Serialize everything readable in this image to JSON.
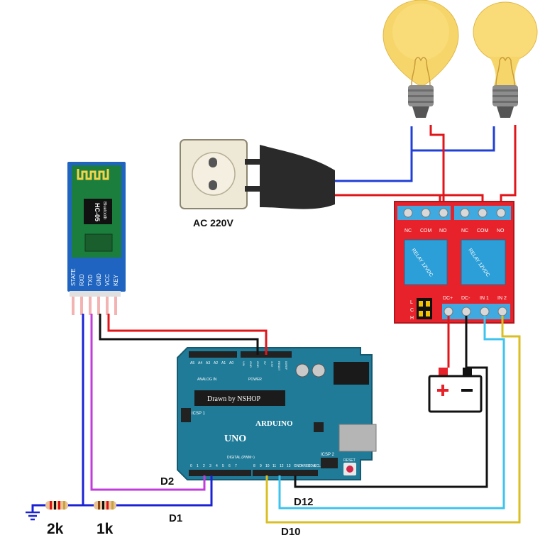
{
  "hc05": {
    "chip_title": "HC-05",
    "chip_sub": "Bluetooth",
    "pins": [
      "STATE",
      "RXD",
      "TXD",
      "GND",
      "VCC",
      "KEY"
    ]
  },
  "outlet": {
    "label": "AC 220V"
  },
  "relay": {
    "terminals": [
      "NC",
      "COM",
      "NO",
      "NC",
      "COM",
      "NO"
    ],
    "module_labels": [
      "RELAY 12VDC",
      "RELAY 12VDC"
    ],
    "jumper_labels": [
      "L",
      "C",
      "H"
    ],
    "input_labels": [
      "DC+",
      "DC-",
      "IN 1",
      "IN 2"
    ]
  },
  "arduino": {
    "brand": "ARDUINO",
    "model": "UNO",
    "chip_text": "Drawn by NSHOP",
    "analog_label": "ANALOG IN",
    "power_label": "POWER",
    "digital_label": "DIGITAL (PWM~)",
    "icsp1": "ICSP 1",
    "icsp2": "ICSP 2",
    "reset": "RESET",
    "analog_pins": [
      "A5",
      "A4",
      "A3",
      "A2",
      "A1",
      "A0"
    ],
    "power_pins": [
      "VIN",
      "GND",
      "GND",
      "5V",
      "3.3V",
      "RESET",
      "IOREF"
    ],
    "digital_pins": [
      "0",
      "1",
      "2",
      "3",
      "4",
      "5",
      "6",
      "7",
      "8",
      "9",
      "10",
      "11",
      "12",
      "13",
      "GND",
      "AREF",
      "SDA",
      "SCL"
    ]
  },
  "wire_labels": {
    "d2": "D2",
    "d1": "D1",
    "d12": "D12",
    "d10": "D10"
  },
  "resistors": {
    "r1": "2k",
    "r2": "1k"
  }
}
